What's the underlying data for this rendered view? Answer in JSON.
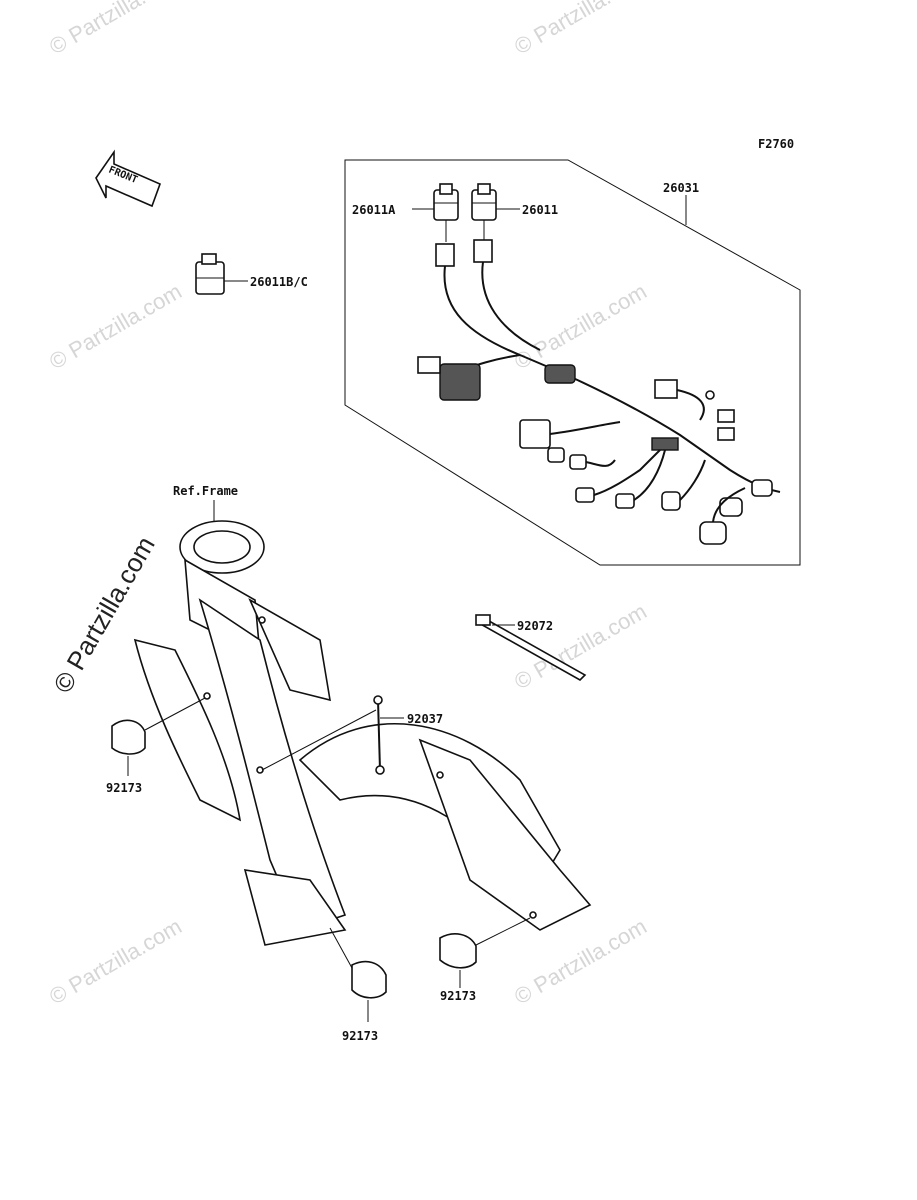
{
  "figure_code": "F2760",
  "front_arrow": {
    "label": "FRONT",
    "icon": "front-direction-arrow-icon"
  },
  "reference_label": "Ref.Frame",
  "callouts": {
    "harness_kit": "26031",
    "connector_a": "26011A",
    "connector": "26011",
    "connector_bc": "26011B/C",
    "band": "92072",
    "clamp": "92037",
    "clip_left": "92173",
    "clip_bottom": "92173",
    "clip_right": "92173"
  },
  "watermark": "© Partzilla.com",
  "colors": {
    "ink": "#111111",
    "watermark": "#d6d6d6",
    "background": "#ffffff"
  }
}
